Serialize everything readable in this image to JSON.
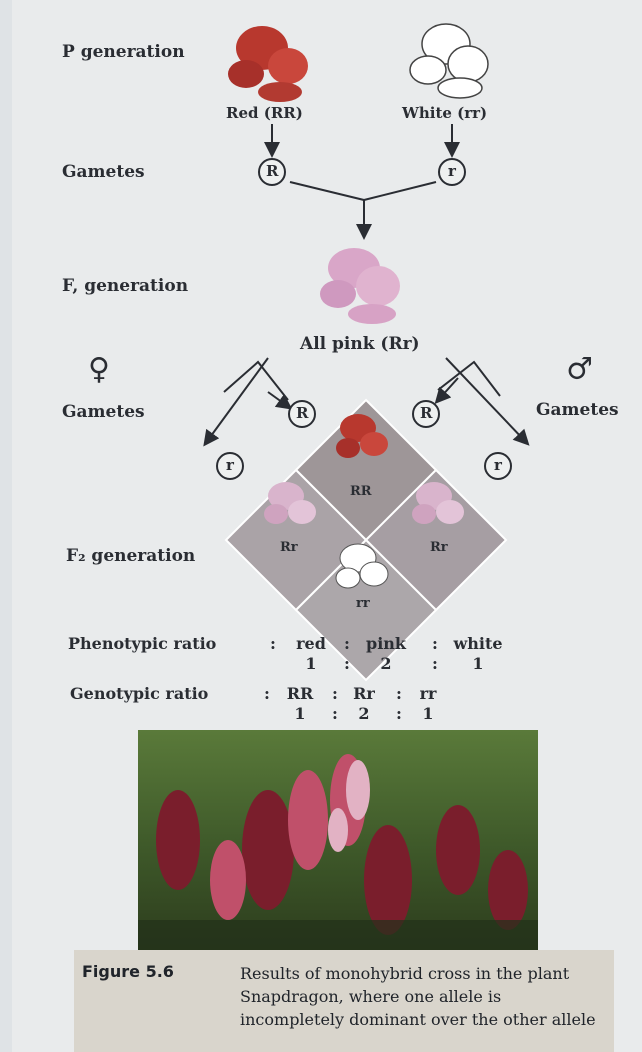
{
  "labels": {
    "p_generation": "P generation",
    "red_parent": "Red (RR)",
    "white_parent": "White (rr)",
    "gametes_row": "Gametes",
    "f1_generation": "F, generation",
    "all_pink": "All pink (Rr)",
    "gametes_left": "Gametes",
    "gametes_right": "Gametes",
    "f2_generation": "F₂ generation"
  },
  "alleles": {
    "red_gamete": "R",
    "white_gamete": "r",
    "left_R": "R",
    "left_r": "r",
    "right_R": "R",
    "right_r": "r"
  },
  "symbols": {
    "female": "♀",
    "male": "♂"
  },
  "punnett": {
    "top": "RR",
    "left": "Rr",
    "right": "Rr",
    "bottom": "rr"
  },
  "ratios": {
    "phenotypic_label": "Phenotypic ratio",
    "phenotypes": [
      "red",
      "pink",
      "white"
    ],
    "phenotype_counts": [
      "1",
      "2",
      "1"
    ],
    "genotypic_label": "Genotypic ratio",
    "genotypes": [
      "RR",
      "Rr",
      "rr"
    ],
    "genotype_counts": [
      "1",
      "2",
      "1"
    ]
  },
  "caption": {
    "label": "Figure 5.6",
    "text": "Results of monohybrid cross in the plant Snapdragon, where one allele is incompletely dominant over the other allele"
  },
  "colors": {
    "red_flower": "#b8382e",
    "pink_flower": "#d9a6c8",
    "white_flower": "#ffffff",
    "punnett_cell": "#a9a3a6",
    "text": "#2a2d33"
  }
}
